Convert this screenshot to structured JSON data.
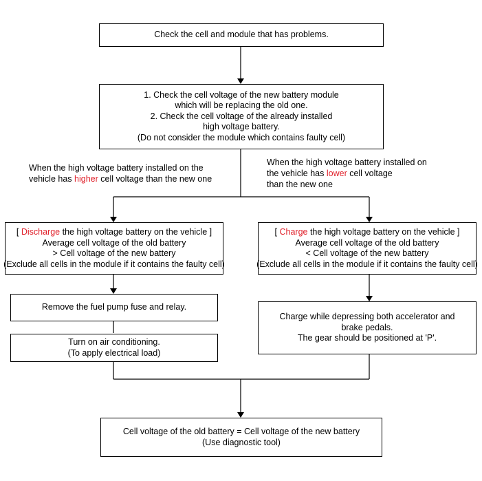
{
  "nodes": {
    "check_cell": {
      "lines": [
        "Check the cell and module that has problems."
      ]
    },
    "check_voltage": {
      "lines": [
        "1. Check the cell voltage of the new battery module",
        "which will be replacing the old one.",
        "2. Check the cell voltage of the already installed",
        "high voltage battery.",
        "(Do not consider the module which contains faulty cell)"
      ]
    },
    "discharge": {
      "first_prefix": "[ ",
      "first_highlight": "Discharge",
      "first_suffix": " the high voltage battery on the vehicle ]",
      "lines": [
        "Average cell voltage of the old battery",
        "> Cell voltage of the new battery",
        "(Exclude all cells in the module if it contains the faulty cell)"
      ]
    },
    "charge": {
      "first_prefix": "[ ",
      "first_highlight": "Charge",
      "first_suffix": " the high voltage battery on the vehicle ]",
      "lines": [
        "Average cell voltage of the old battery",
        "< Cell voltage of the new battery",
        "(Exclude all cells in the module if it contains the faulty cell)"
      ]
    },
    "remove_fuse": {
      "lines": [
        "Remove the fuel pump fuse and relay."
      ]
    },
    "air_con": {
      "lines": [
        "Turn on air conditioning.",
        "(To apply electrical load)"
      ]
    },
    "charge_pedals": {
      "lines": [
        "Charge while depressing both accelerator and",
        "brake pedals.",
        "The gear should be positioned at 'P'."
      ]
    },
    "result": {
      "lines": [
        "Cell voltage of the old battery = Cell voltage of the new battery",
        "(Use diagnostic tool)"
      ]
    }
  },
  "branches": {
    "higher": {
      "line1": "When the high voltage battery installed on the",
      "line2_prefix": "vehicle has ",
      "line2_highlight": "higher",
      "line2_suffix": " cell voltage than the new one"
    },
    "lower": {
      "line1": "When the high voltage battery installed on",
      "line2_prefix": "the vehicle has ",
      "line2_highlight": "lower",
      "line2_suffix": " cell voltage",
      "line3": "than the new one"
    }
  },
  "colors": {
    "highlight": "#e0202a",
    "line": "#000000"
  }
}
